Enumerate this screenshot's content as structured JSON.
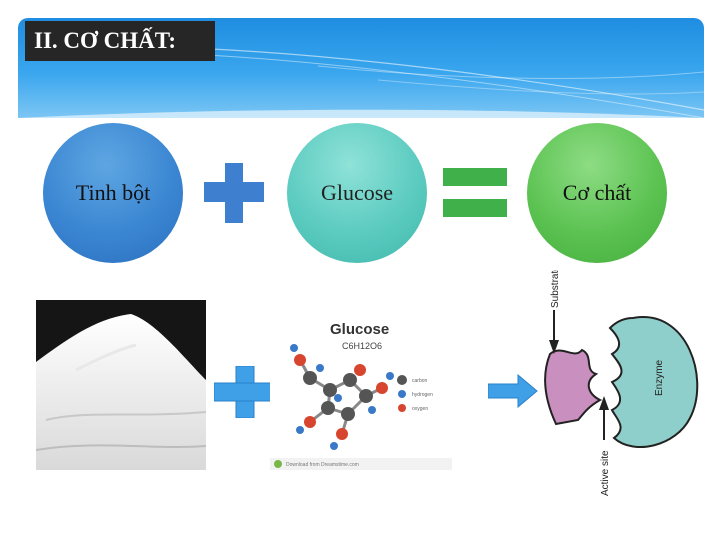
{
  "section": {
    "title": "II. CƠ CHẤT:"
  },
  "terms": {
    "first": "Tinh bột",
    "second": "Glucose",
    "result": "Cơ chất"
  },
  "glucose_card": {
    "name": "Glucose",
    "formula": "C6H12O6",
    "legend": [
      "carbon",
      "hydrogen",
      "oxygen"
    ],
    "footer": "Download from Dreamstime.com"
  },
  "enzyme_diagram": {
    "substrate_label": "Substrate",
    "enzyme_label": "Enzyme",
    "active_site_label": "Active site"
  },
  "icons": {
    "plus": "plus-icon",
    "equals": "equals-icon",
    "arrow": "right-arrow-icon"
  },
  "colors": {
    "banner": "#1f8de0",
    "plus_top": "#3f7fd0",
    "equals": "#3fb04a",
    "plus_bottom": "#3fa0e8",
    "arrow": "#3fa0e8",
    "substrate": "#c98fbf",
    "enzyme": "#8fcfcb"
  }
}
